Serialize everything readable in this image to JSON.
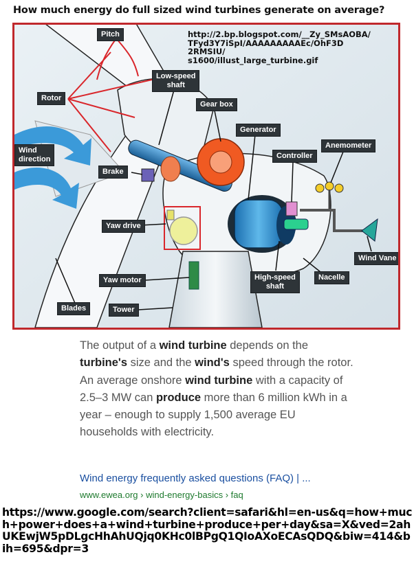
{
  "question": "How much energy do full sized wind turbines generate on average?",
  "diagram": {
    "source_url_lines": [
      "http://2.bp.blogspot.com/__Zy_SMsAOBA/",
      "TFyd3Y7iSpI/AAAAAAAAAEc/OhF3D",
      "2RMSIU/",
      "s1600/illust_large_turbine.gif"
    ],
    "labels": {
      "pitch": "Pitch",
      "rotor": "Rotor",
      "low_speed_shaft": "Low-speed\nshaft",
      "gear_box": "Gear box",
      "generator": "Generator",
      "anemometer": "Anemometer",
      "controller": "Controller",
      "wind_direction": "Wind\ndirection",
      "brake": "Brake",
      "yaw_drive": "Yaw drive",
      "wind_vane": "Wind Vane",
      "yaw_motor": "Yaw motor",
      "high_speed_shaft": "High-speed\nshaft",
      "nacelle": "Nacelle",
      "blades": "Blades",
      "tower": "Tower"
    },
    "colors": {
      "frame": "#c0282c",
      "label_bg": "#2e3438",
      "pointer_red": "#d9262b",
      "gear_orange": "#f05a22",
      "shaft_blue": "#2a7fc1",
      "wind_arrow": "#3b9ad9"
    }
  },
  "snippet": {
    "segments": [
      {
        "t": "The output of a ",
        "b": false
      },
      {
        "t": "wind turbine",
        "b": true
      },
      {
        "t": " depends on the ",
        "b": false
      },
      {
        "t": "turbine's",
        "b": true
      },
      {
        "t": " size and the ",
        "b": false
      },
      {
        "t": "wind's",
        "b": true
      },
      {
        "t": " speed through the rotor. An average onshore ",
        "b": false
      },
      {
        "t": "wind turbine",
        "b": true
      },
      {
        "t": " with a capacity of 2.5–3 MW can ",
        "b": false
      },
      {
        "t": "produce",
        "b": true
      },
      {
        "t": " more than 6 million kWh in a year – enough to supply 1,500 average EU households with electricity.",
        "b": false
      }
    ]
  },
  "result": {
    "title": "Wind energy frequently asked questions (FAQ) | ...",
    "url": "www.ewea.org › wind-energy-basics › faq"
  },
  "google_search_url": "https://www.google.com/search?client=safari&hl=en-us&q=how+much+power+does+a+wind+turbine+produce+per+day&sa=X&ved=2ahUKEwjW5pDLgcHhAhUQjq0KHc0lBPgQ1QIoAXoECAsQDQ&biw=414&bih=695&dpr=3"
}
